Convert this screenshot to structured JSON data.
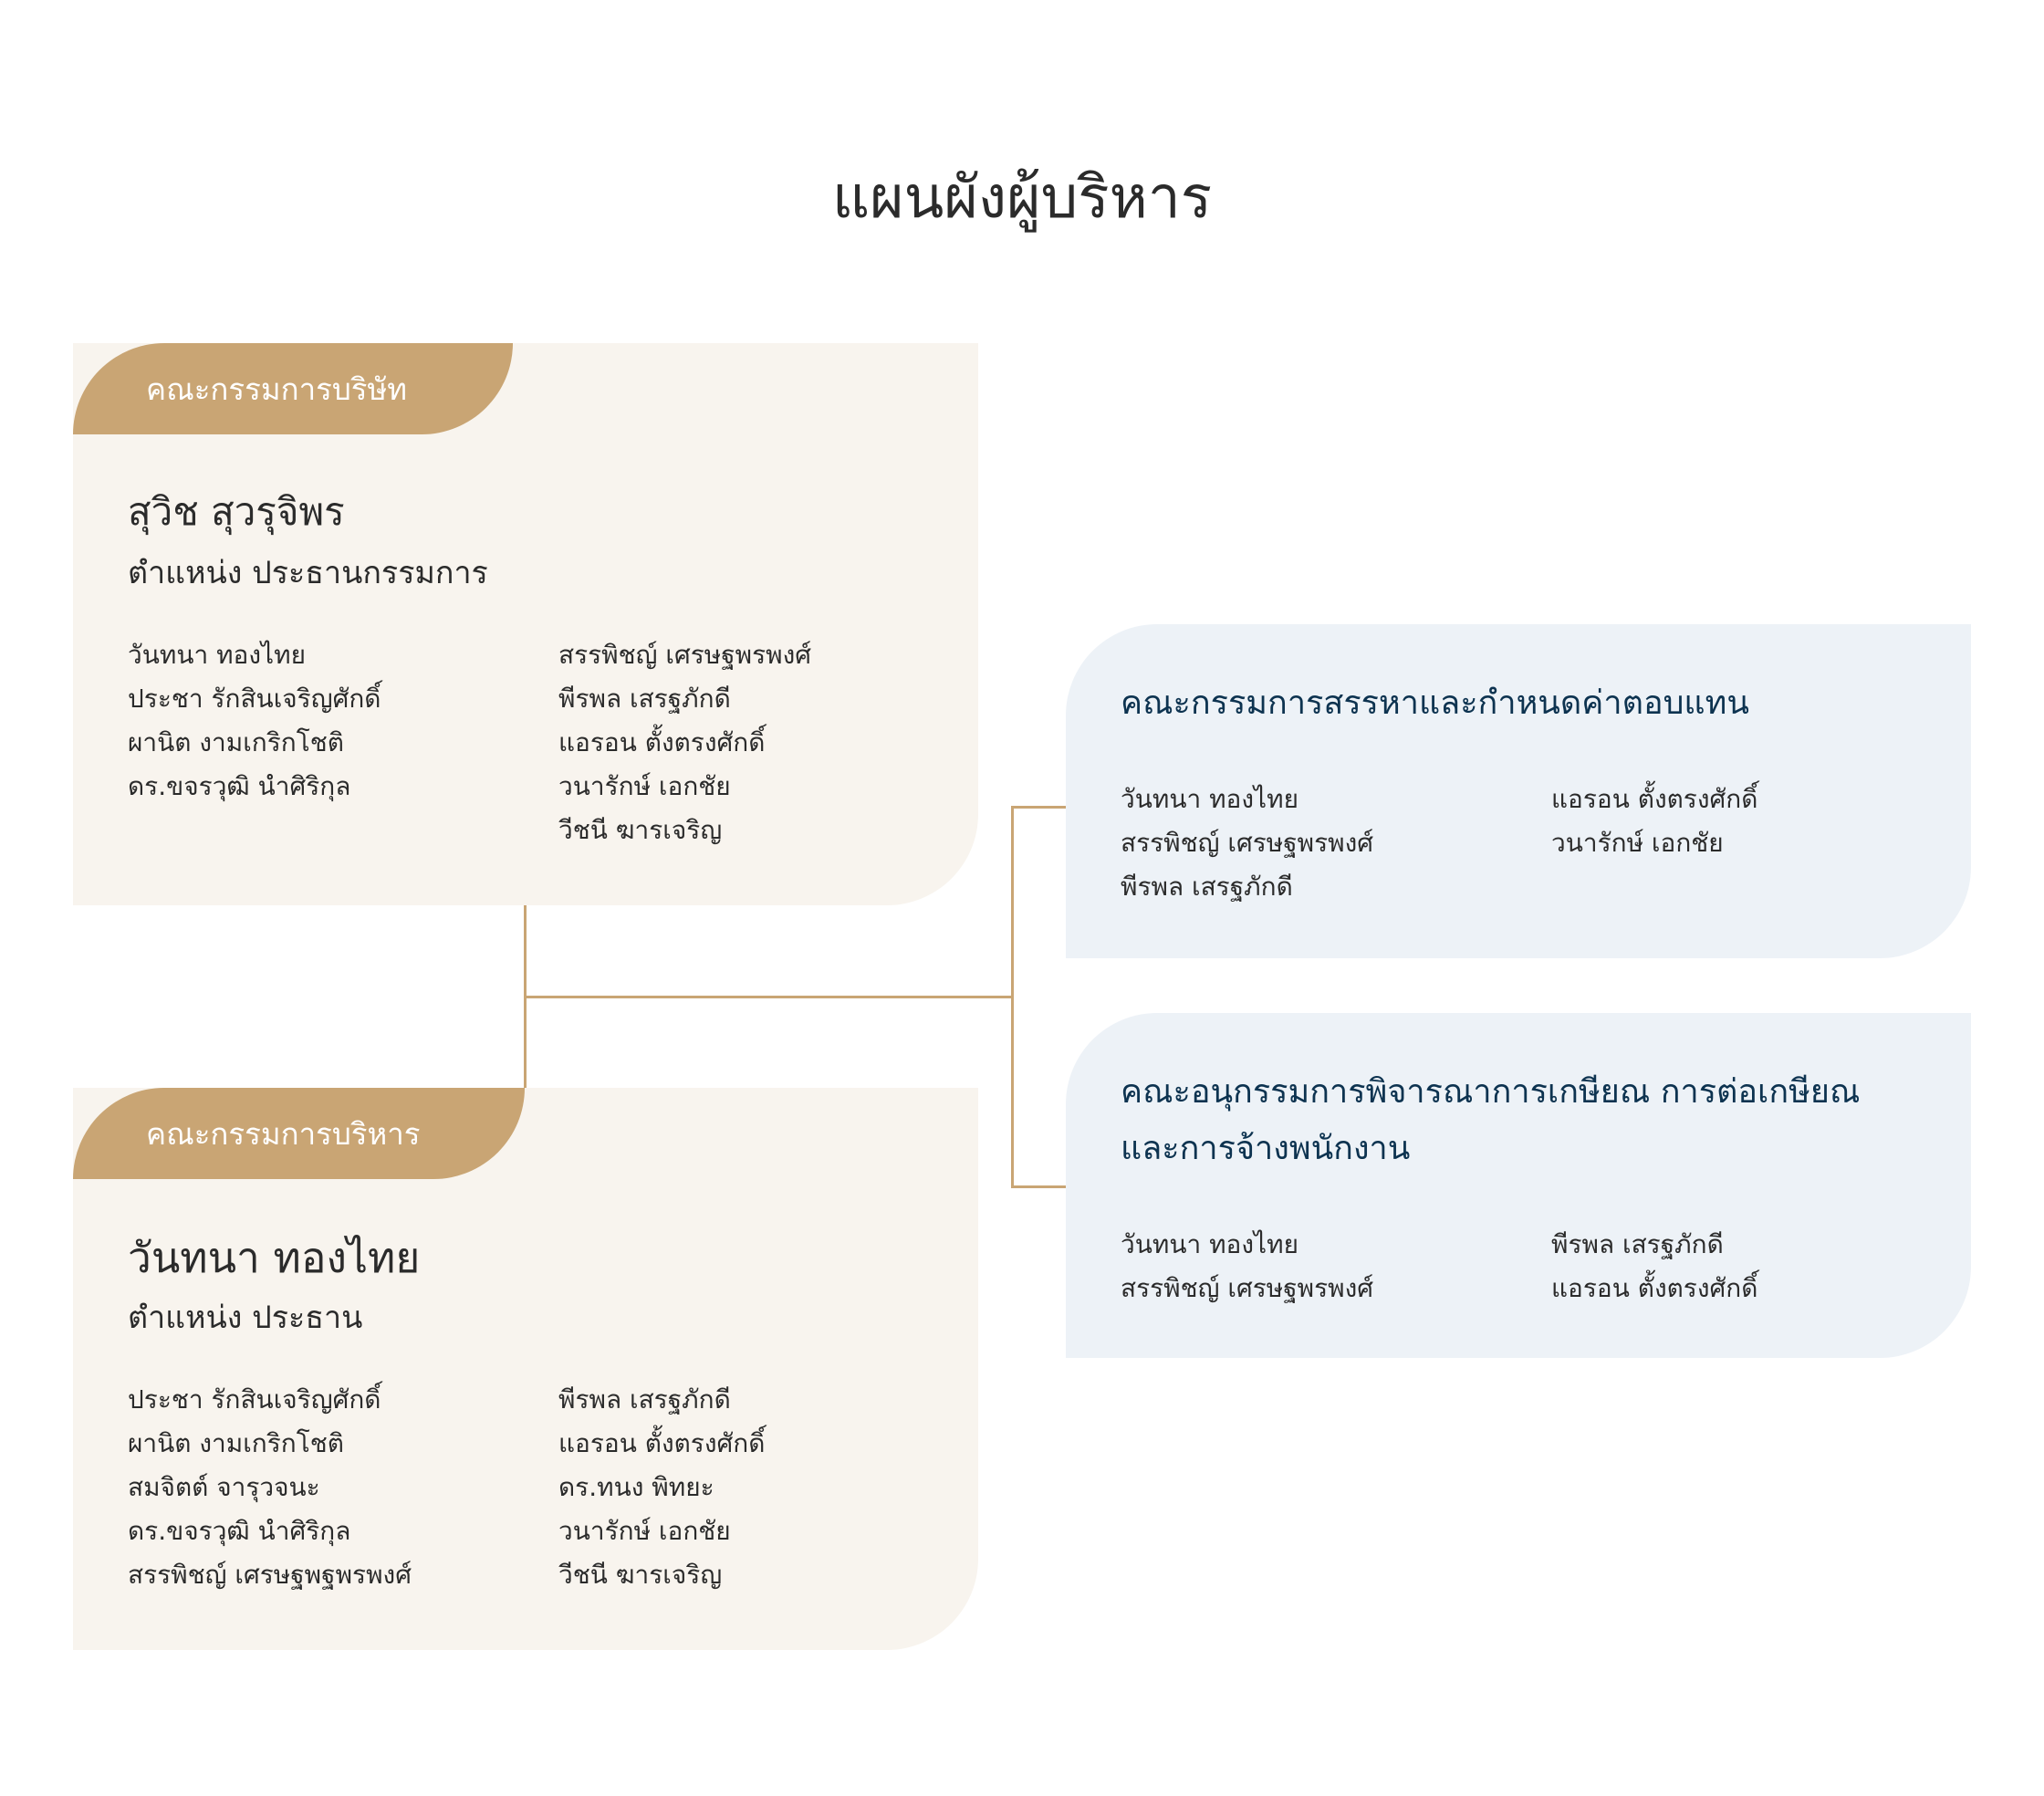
{
  "title": "แผนผังผู้บริหาร",
  "colors": {
    "accent": "#c9a574",
    "card_warm": "#f8f4ee",
    "card_cool": "#edf2f7",
    "title_blue": "#0d3350"
  },
  "board": {
    "tab": "คณะกรรมการบริษัท",
    "name": "สุวิช สุวรุจิพร",
    "position": "ตำแหน่ง ประธานกรรมการ",
    "col1": [
      "วันทนา ทองไทย",
      "ประชา รักสินเจริญศักดิ์",
      "ผานิต งามเกริกโชติ",
      "ดร.ขจรวุฒิ นำศิริกุล"
    ],
    "col2": [
      "สรรพิชญ์ เศรษฐพรพงศ์",
      "พีรพล เสรฐภักดี",
      "แอรอน ตั้งตรงศักดิ์",
      "วนารักษ์ เอกชัย",
      "วีชนี ฆารเจริญ"
    ]
  },
  "executive": {
    "tab": "คณะกรรมการบริหาร",
    "name": "วันทนา ทองไทย",
    "position": "ตำแหน่ง ประธาน",
    "col1": [
      "ประชา รักสินเจริญศักดิ์",
      "ผานิต งามเกริกโชติ",
      "สมจิตต์ จารุวจนะ",
      "ดร.ขจรวุฒิ นำศิริกุล",
      "สรรพิชญ์ เศรษฐพฐพรพงศ์"
    ],
    "col2": [
      "พีรพล เสรฐภักดี",
      "แอรอน ตั้งตรงศักดิ์",
      "ดร.ทนง พิทยะ",
      "วนารักษ์ เอกชัย",
      "วีชนี ฆารเจริญ"
    ]
  },
  "nomination": {
    "title": "คณะกรรมการสรรหาและกำหนดค่าตอบแทน",
    "col1": [
      "วันทนา ทองไทย",
      "สรรพิชญ์ เศรษฐพรพงศ์",
      "พีรพล เสรฐภักดี"
    ],
    "col2": [
      "แอรอน ตั้งตรงศักดิ์",
      "วนารักษ์ เอกชัย"
    ]
  },
  "retirement": {
    "title_line1": "คณะอนุกรรมการพิจารณาการเกษียณ การต่อเกษียณ",
    "title_line2": "และการจ้างพนักงาน",
    "col1": [
      "วันทนา ทองไทย",
      "สรรพิชญ์ เศรษฐพรพงศ์"
    ],
    "col2": [
      "พีรพล เสรฐภักดี",
      "แอรอน ตั้งตรงศักดิ์"
    ]
  }
}
